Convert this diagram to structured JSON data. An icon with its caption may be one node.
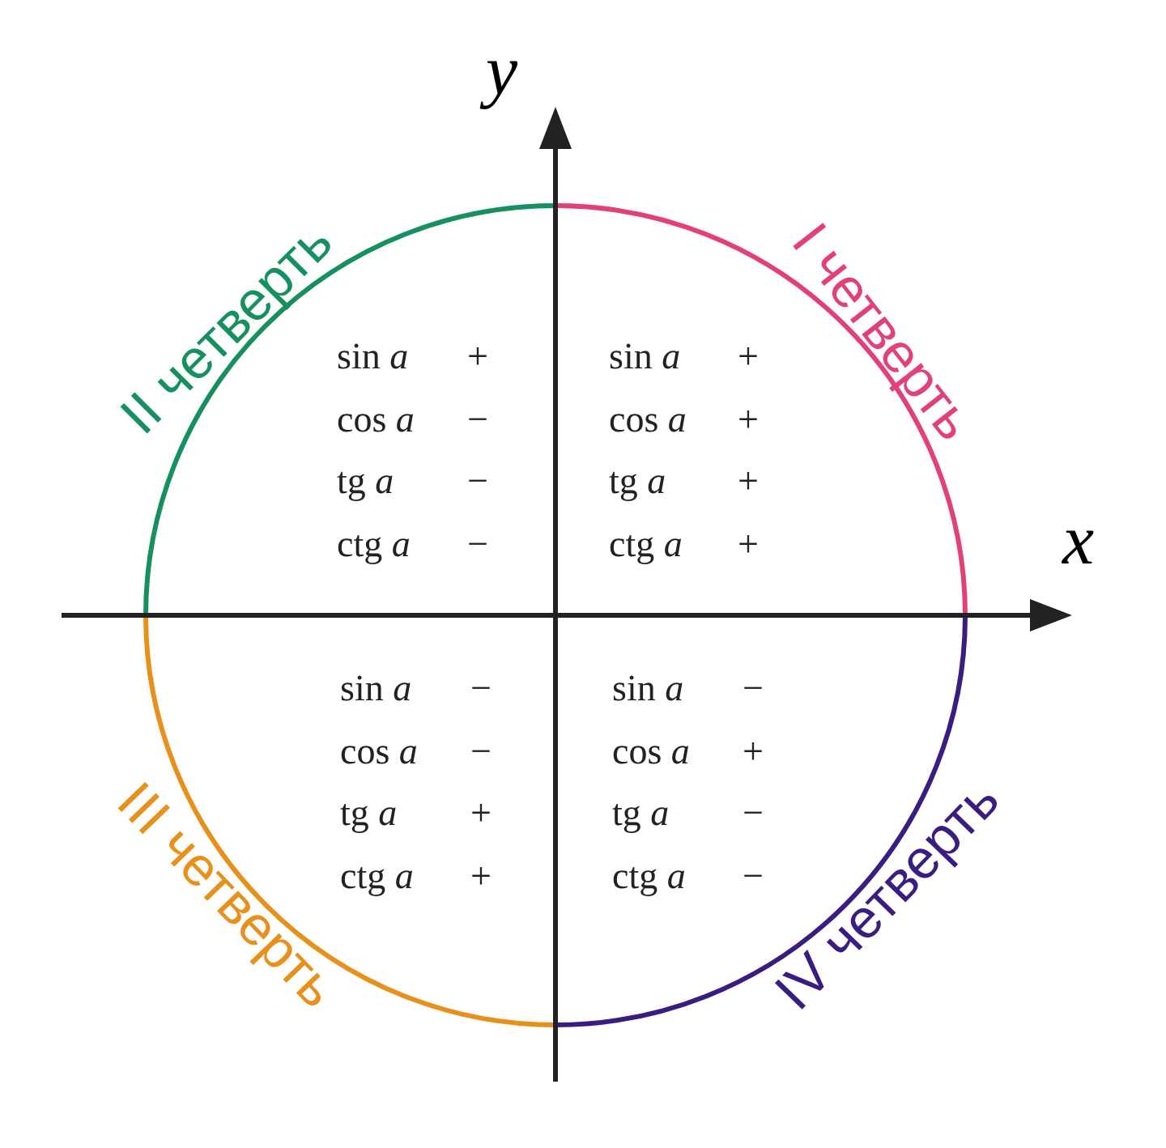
{
  "diagram": {
    "labels": [
      "y",
      "II четверть",
      "I четверть",
      "sin *a*",
      "+",
      "sin *a*",
      "+",
      "cos *a*",
      "−",
      "cos *a*",
      "+",
      "tg *a*",
      "−",
      "tg *a*",
      "+",
      "ctg *a*",
      "−",
      "ctg *a*",
      "+",
      "x",
      "sin *a*",
      "−",
      "sin *a*",
      "−",
      "cos *a*",
      "−",
      "cos *a*",
      "+",
      "tg *a*",
      "+",
      "tg *a*",
      "−",
      "ctg *a*",
      "+",
      "ctg *a*",
      "−",
      "III четверть",
      "IV четверть"
    ]
  }
}
